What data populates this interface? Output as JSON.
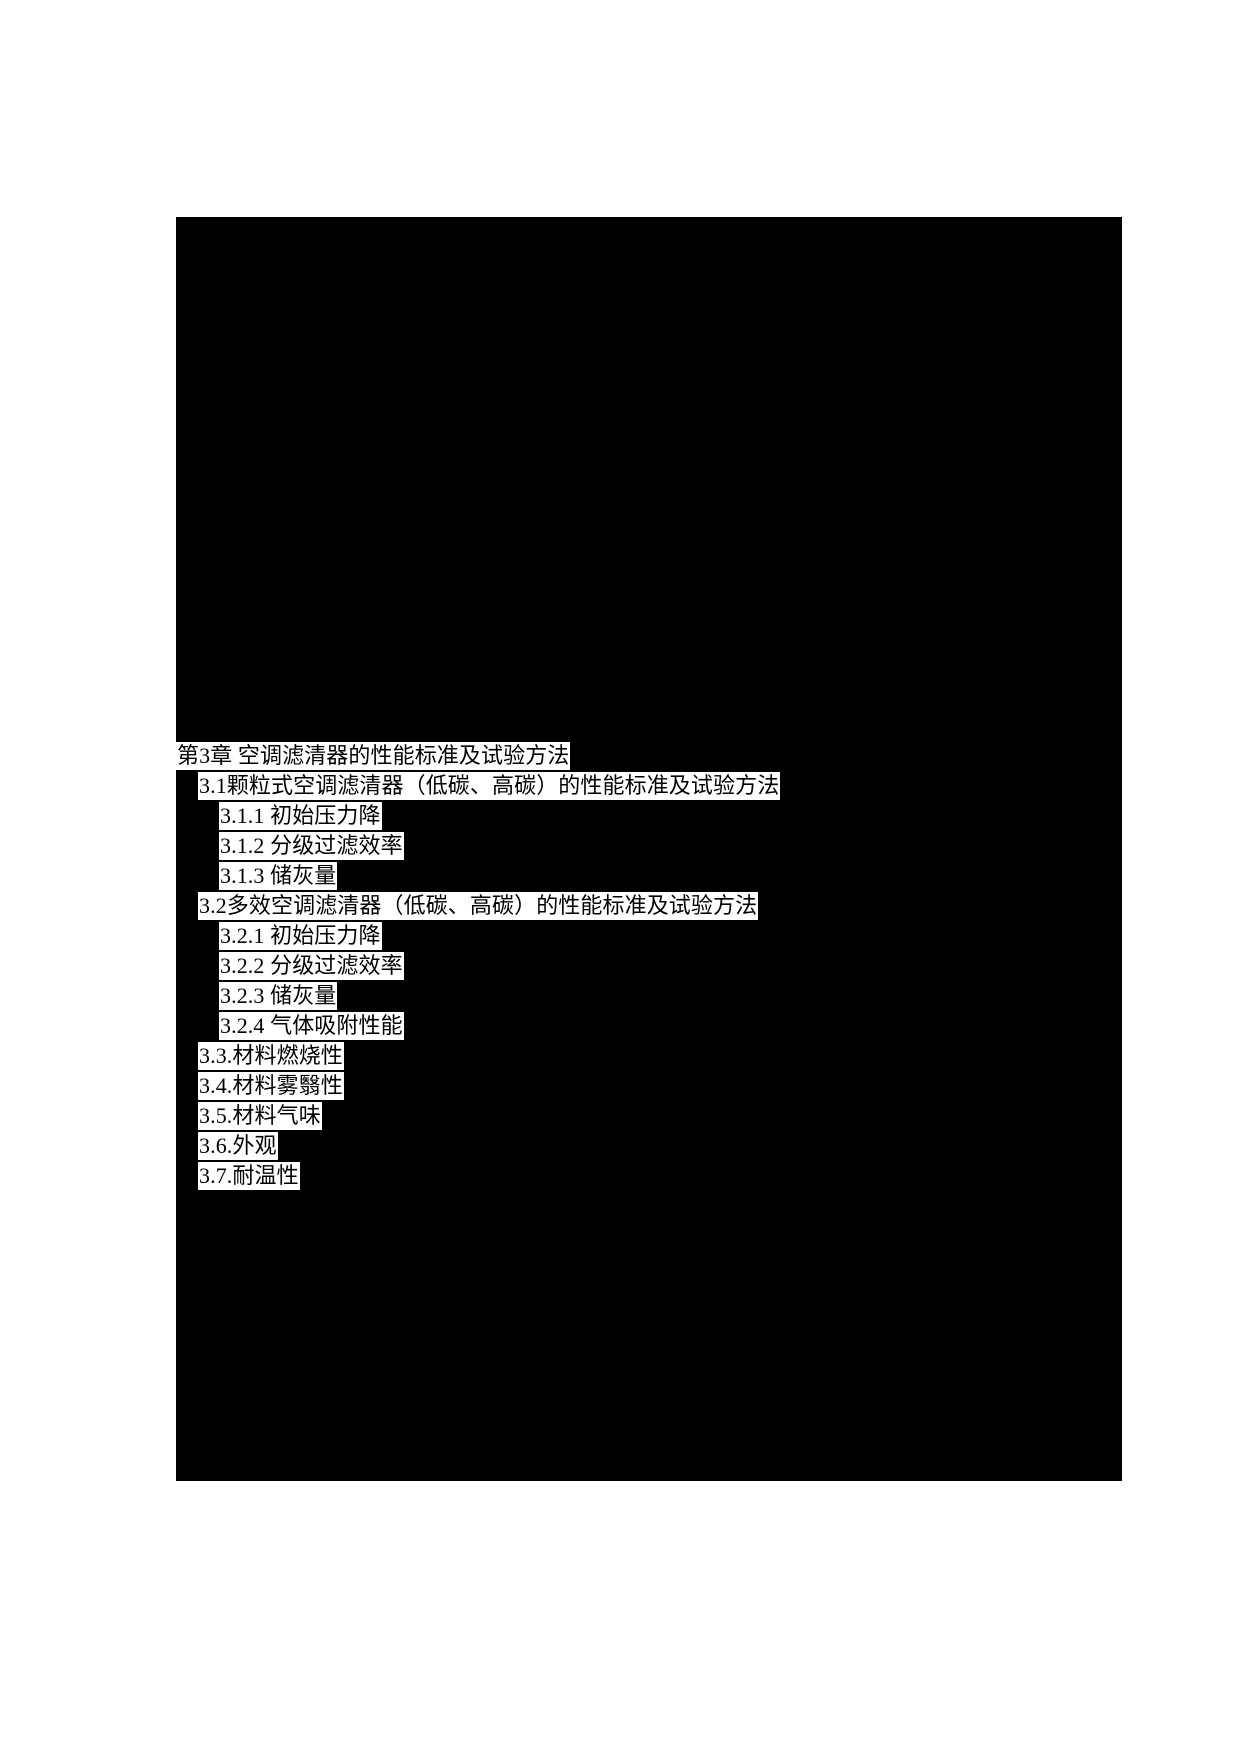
{
  "document": {
    "chapter_heading": "第3章 空调滤清器的性能标准及试验方法",
    "outline": [
      {
        "text": "第3章 空调滤清器的性能标准及试验方法",
        "level": 0
      },
      {
        "text": "3.1颗粒式空调滤清器（低碳、高碳）的性能标准及试验方法",
        "level": 1
      },
      {
        "text": "3.1.1 初始压力降",
        "level": 2
      },
      {
        "text": "3.1.2 分级过滤效率",
        "level": 2
      },
      {
        "text": "3.1.3 储灰量",
        "level": 2
      },
      {
        "text": "3.2多效空调滤清器（低碳、高碳）的性能标准及试验方法",
        "level": 1
      },
      {
        "text": "3.2.1 初始压力降",
        "level": 2
      },
      {
        "text": "3.2.2 分级过滤效率",
        "level": 2
      },
      {
        "text": "3.2.3 储灰量",
        "level": 2
      },
      {
        "text": "3.2.4 气体吸附性能",
        "level": 2
      },
      {
        "text": "3.3.材料燃烧性",
        "level": 3
      },
      {
        "text": "3.4.材料雾翳性",
        "level": 3
      },
      {
        "text": "3.5.材料气味",
        "level": 3
      },
      {
        "text": "3.6.外观",
        "level": 3
      },
      {
        "text": "3.7.耐温性",
        "level": 3
      }
    ]
  },
  "colors": {
    "page_background": "#ffffff",
    "content_background": "#000000",
    "highlight_background": "#ffffff",
    "highlight_text": "#000000"
  }
}
